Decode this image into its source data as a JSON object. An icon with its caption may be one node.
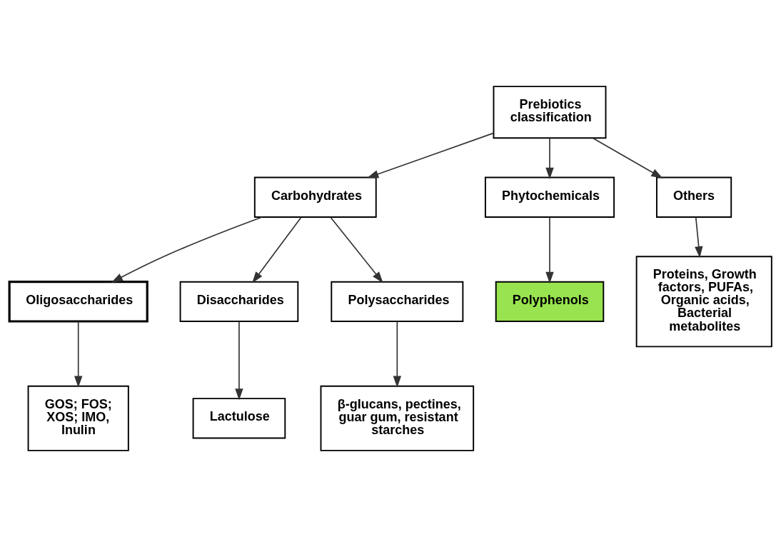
{
  "diagram": {
    "nodes": [
      {
        "text": [
          "Prebiotics classification"
        ]
      },
      {
        "text": [
          "Carbohydrates"
        ]
      },
      {
        "text": [
          "Phytochemicals"
        ]
      },
      {
        "text": [
          "Others"
        ]
      },
      {
        "text": [
          "Oligosaccharides"
        ]
      },
      {
        "text": [
          "Disaccharides"
        ]
      },
      {
        "text": [
          "Polysaccharides"
        ]
      },
      {
        "text": [
          "Polyphenols"
        ]
      },
      {
        "text": [
          "Proteins, Growth factors, PUFAs, Organic acids, Bacterial metabolites"
        ]
      },
      {
        "text": [
          "GOS; FOS; XOS; IMO, Inulin"
        ]
      },
      {
        "text": [
          "Lactulose"
        ]
      },
      {
        "text": [
          "β-glucans, pectines, guar gum, resistant starches"
        ]
      }
    ],
    "edges": [
      {
        "from": 0,
        "to": 1,
        "arrow": "to"
      },
      {
        "from": 0,
        "to": 2,
        "arrow": "to"
      },
      {
        "from": 0,
        "to": 3,
        "arrow": "to"
      },
      {
        "from": 1,
        "to": 4,
        "arrow": "to"
      },
      {
        "from": 1,
        "to": 5,
        "arrow": "to"
      },
      {
        "from": 1,
        "to": 6,
        "arrow": "to"
      },
      {
        "from": 2,
        "to": 7,
        "arrow": "to"
      },
      {
        "from": 3,
        "to": 8,
        "arrow": "to"
      },
      {
        "from": 4,
        "to": 9,
        "arrow": "to"
      },
      {
        "from": 5,
        "to": 10,
        "arrow": "to"
      },
      {
        "from": 6,
        "to": 11,
        "arrow": "to"
      }
    ]
  }
}
